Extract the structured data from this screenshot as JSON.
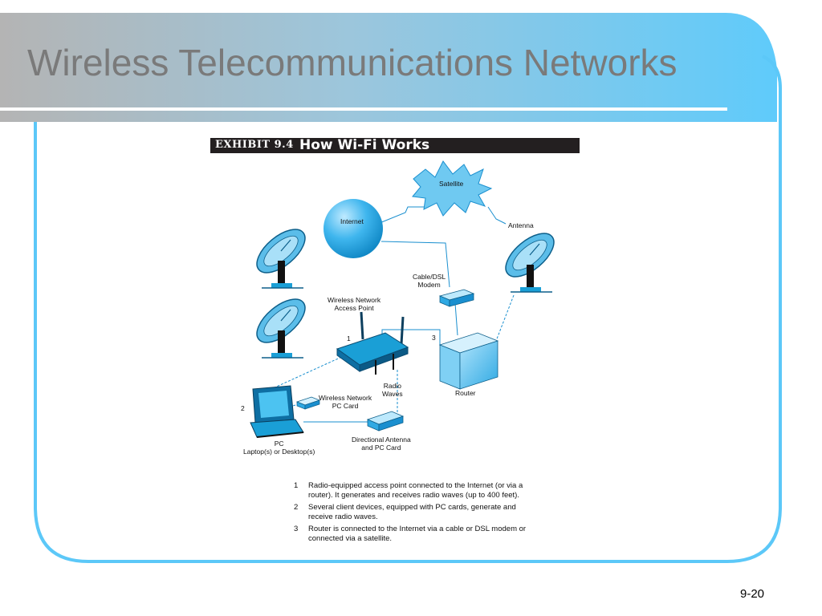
{
  "slide": {
    "title": "Wireless Telecommunications Networks",
    "page_number": "9-20"
  },
  "exhibit": {
    "number": "EXHIBIT 9.4",
    "title": "How Wi-Fi Works"
  },
  "labels": {
    "satellite": "Satellite",
    "internet": "Internet",
    "antenna": "Antenna",
    "modem": [
      "Cable/DSL",
      "Modem"
    ],
    "access_point": [
      "Wireless Network",
      "Access Point"
    ],
    "router": "Router",
    "radio_waves": [
      "Radio",
      "Waves"
    ],
    "pc_card": [
      "Wireless Network",
      "PC Card"
    ],
    "pc": [
      "PC",
      "Laptop(s) or Desktop(s)"
    ],
    "directional_antenna": [
      "Directional Antenna",
      "and PC Card"
    ],
    "marker_1": "1",
    "marker_2": "2",
    "marker_3": "3"
  },
  "notes": [
    {
      "num": "1",
      "text": "Radio-equipped access point connected to the Internet (or via a router). It generates and receives radio waves (up to 400 feet)."
    },
    {
      "num": "2",
      "text": "Several client devices, equipped with PC cards, generate and receive radio waves."
    },
    {
      "num": "3",
      "text": "Router is connected to the Internet via a cable or DSL modem or connected via a satellite."
    }
  ],
  "colors": {
    "header_gradient_start": "#b4b4b4",
    "header_gradient_end": "#66ccff",
    "frame_blue": "#5cc8f8",
    "device_blue": "#1a9fd6"
  }
}
